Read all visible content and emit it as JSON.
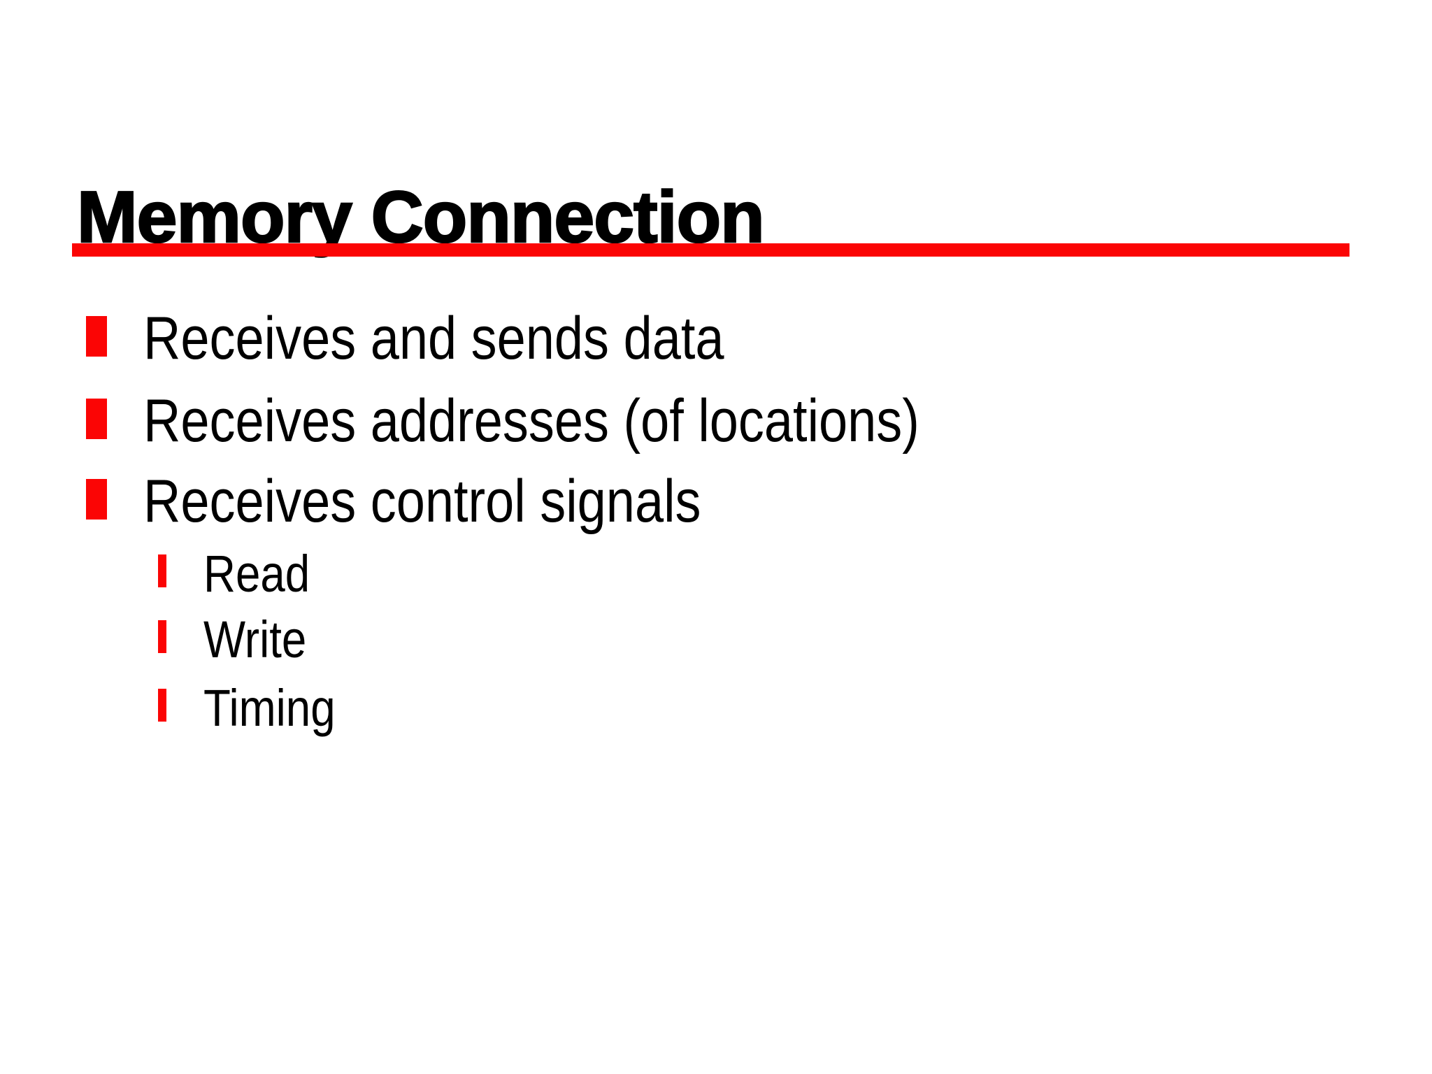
{
  "slide": {
    "title": "Memory Connection",
    "colors": {
      "accent_red": "#fb0505",
      "text_black": "#000000",
      "background_white": "#ffffff"
    },
    "bullets": [
      {
        "level": 1,
        "text": "Receives and sends data"
      },
      {
        "level": 1,
        "text": "Receives addresses (of locations)"
      },
      {
        "level": 1,
        "text": "Receives control signals"
      },
      {
        "level": 2,
        "text": "Read"
      },
      {
        "level": 2,
        "text": "Write"
      },
      {
        "level": 2,
        "text": "Timing"
      }
    ]
  }
}
